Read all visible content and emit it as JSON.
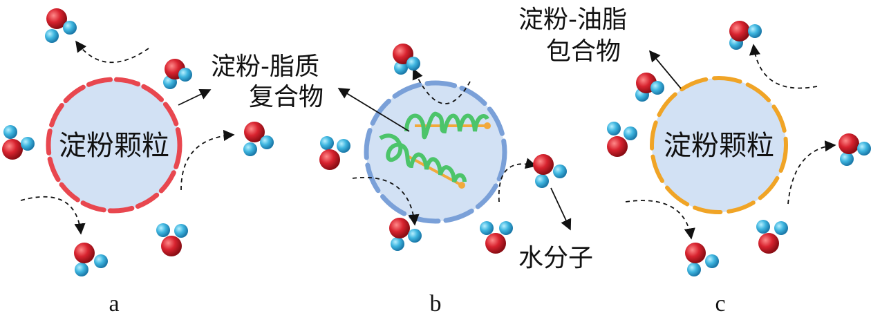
{
  "panels": [
    {
      "label": "a",
      "granule_text": "淀粉颗粒",
      "membrane_color": "#e8474f"
    },
    {
      "label": "b",
      "membrane_color": "#7aa0d8"
    },
    {
      "label": "c",
      "granule_text": "淀粉颗粒",
      "membrane_color": "#f0a426"
    }
  ],
  "annotations": {
    "starch_lipid_complex": [
      "淀粉-脂质",
      "复合物"
    ],
    "starch_oil_inclusion": [
      "淀粉-油脂",
      "包合物"
    ],
    "water_molecule": "水分子"
  },
  "colors": {
    "granule_fill": "#d2e1f4",
    "oxygen": "#d8232f",
    "hydrogen": "#3fb6e0",
    "helix": "#4cc46a",
    "lipid_chain": "#f2a93b"
  }
}
